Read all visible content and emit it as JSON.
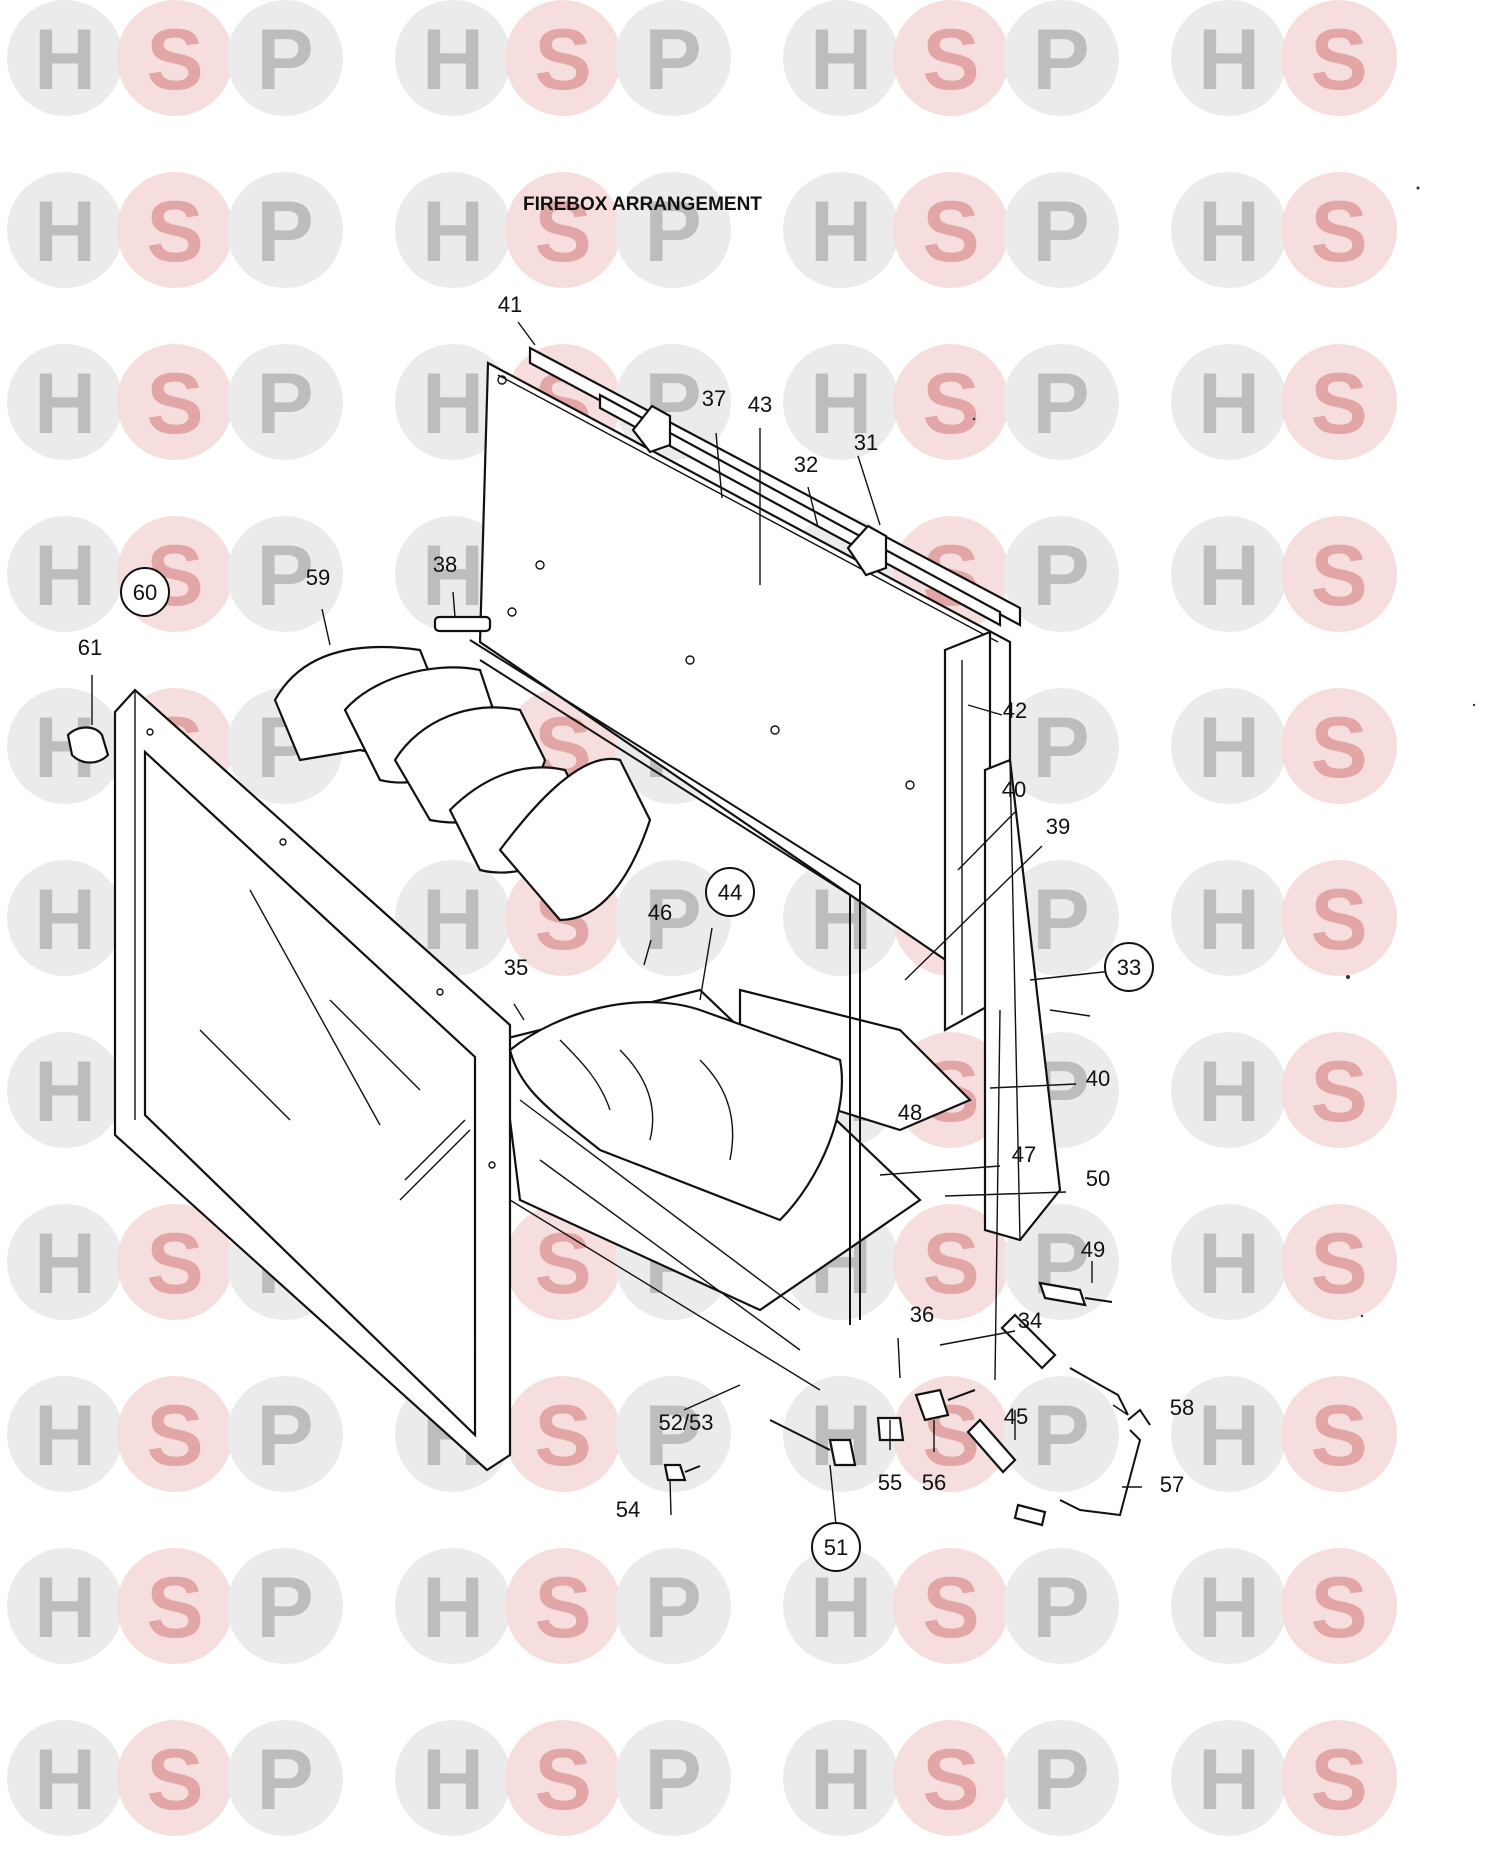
{
  "diagram": {
    "title": "FIREBOX ARRANGEMENT",
    "watermark": {
      "letters": [
        "H",
        "S",
        "P"
      ],
      "colors": {
        "H": "#bdbdbd",
        "S": "#e2a6a6",
        "P": "#bdbdbd",
        "circle_grey": "#ebebeb",
        "circle_pink": "#f6dede"
      }
    },
    "callouts": [
      {
        "id": "c41",
        "text": "41",
        "circled": false
      },
      {
        "id": "c37",
        "text": "37",
        "circled": false
      },
      {
        "id": "c43",
        "text": "43",
        "circled": false
      },
      {
        "id": "c32",
        "text": "32",
        "circled": false
      },
      {
        "id": "c31",
        "text": "31",
        "circled": false
      },
      {
        "id": "c59",
        "text": "59",
        "circled": false
      },
      {
        "id": "c38",
        "text": "38",
        "circled": false
      },
      {
        "id": "c60",
        "text": "60",
        "circled": true
      },
      {
        "id": "c61",
        "text": "61",
        "circled": false
      },
      {
        "id": "c42",
        "text": "42",
        "circled": false
      },
      {
        "id": "c40a",
        "text": "40",
        "circled": false
      },
      {
        "id": "c39",
        "text": "39",
        "circled": false
      },
      {
        "id": "c46",
        "text": "46",
        "circled": false
      },
      {
        "id": "c44",
        "text": "44",
        "circled": true
      },
      {
        "id": "c33",
        "text": "33",
        "circled": true
      },
      {
        "id": "c35",
        "text": "35",
        "circled": false
      },
      {
        "id": "c40b",
        "text": "40",
        "circled": false
      },
      {
        "id": "c48",
        "text": "48",
        "circled": false
      },
      {
        "id": "c47",
        "text": "47",
        "circled": false
      },
      {
        "id": "c50",
        "text": "50",
        "circled": false
      },
      {
        "id": "c49",
        "text": "49",
        "circled": false
      },
      {
        "id": "c36",
        "text": "36",
        "circled": false
      },
      {
        "id": "c34",
        "text": "34",
        "circled": false
      },
      {
        "id": "c45",
        "text": "45",
        "circled": false
      },
      {
        "id": "c58",
        "text": "58",
        "circled": false
      },
      {
        "id": "c52",
        "text": "52/53",
        "circled": false
      },
      {
        "id": "c55",
        "text": "55",
        "circled": false
      },
      {
        "id": "c56",
        "text": "56",
        "circled": false
      },
      {
        "id": "c57",
        "text": "57",
        "circled": false
      },
      {
        "id": "c54",
        "text": "54",
        "circled": false
      },
      {
        "id": "c51",
        "text": "51",
        "circled": true
      }
    ]
  }
}
